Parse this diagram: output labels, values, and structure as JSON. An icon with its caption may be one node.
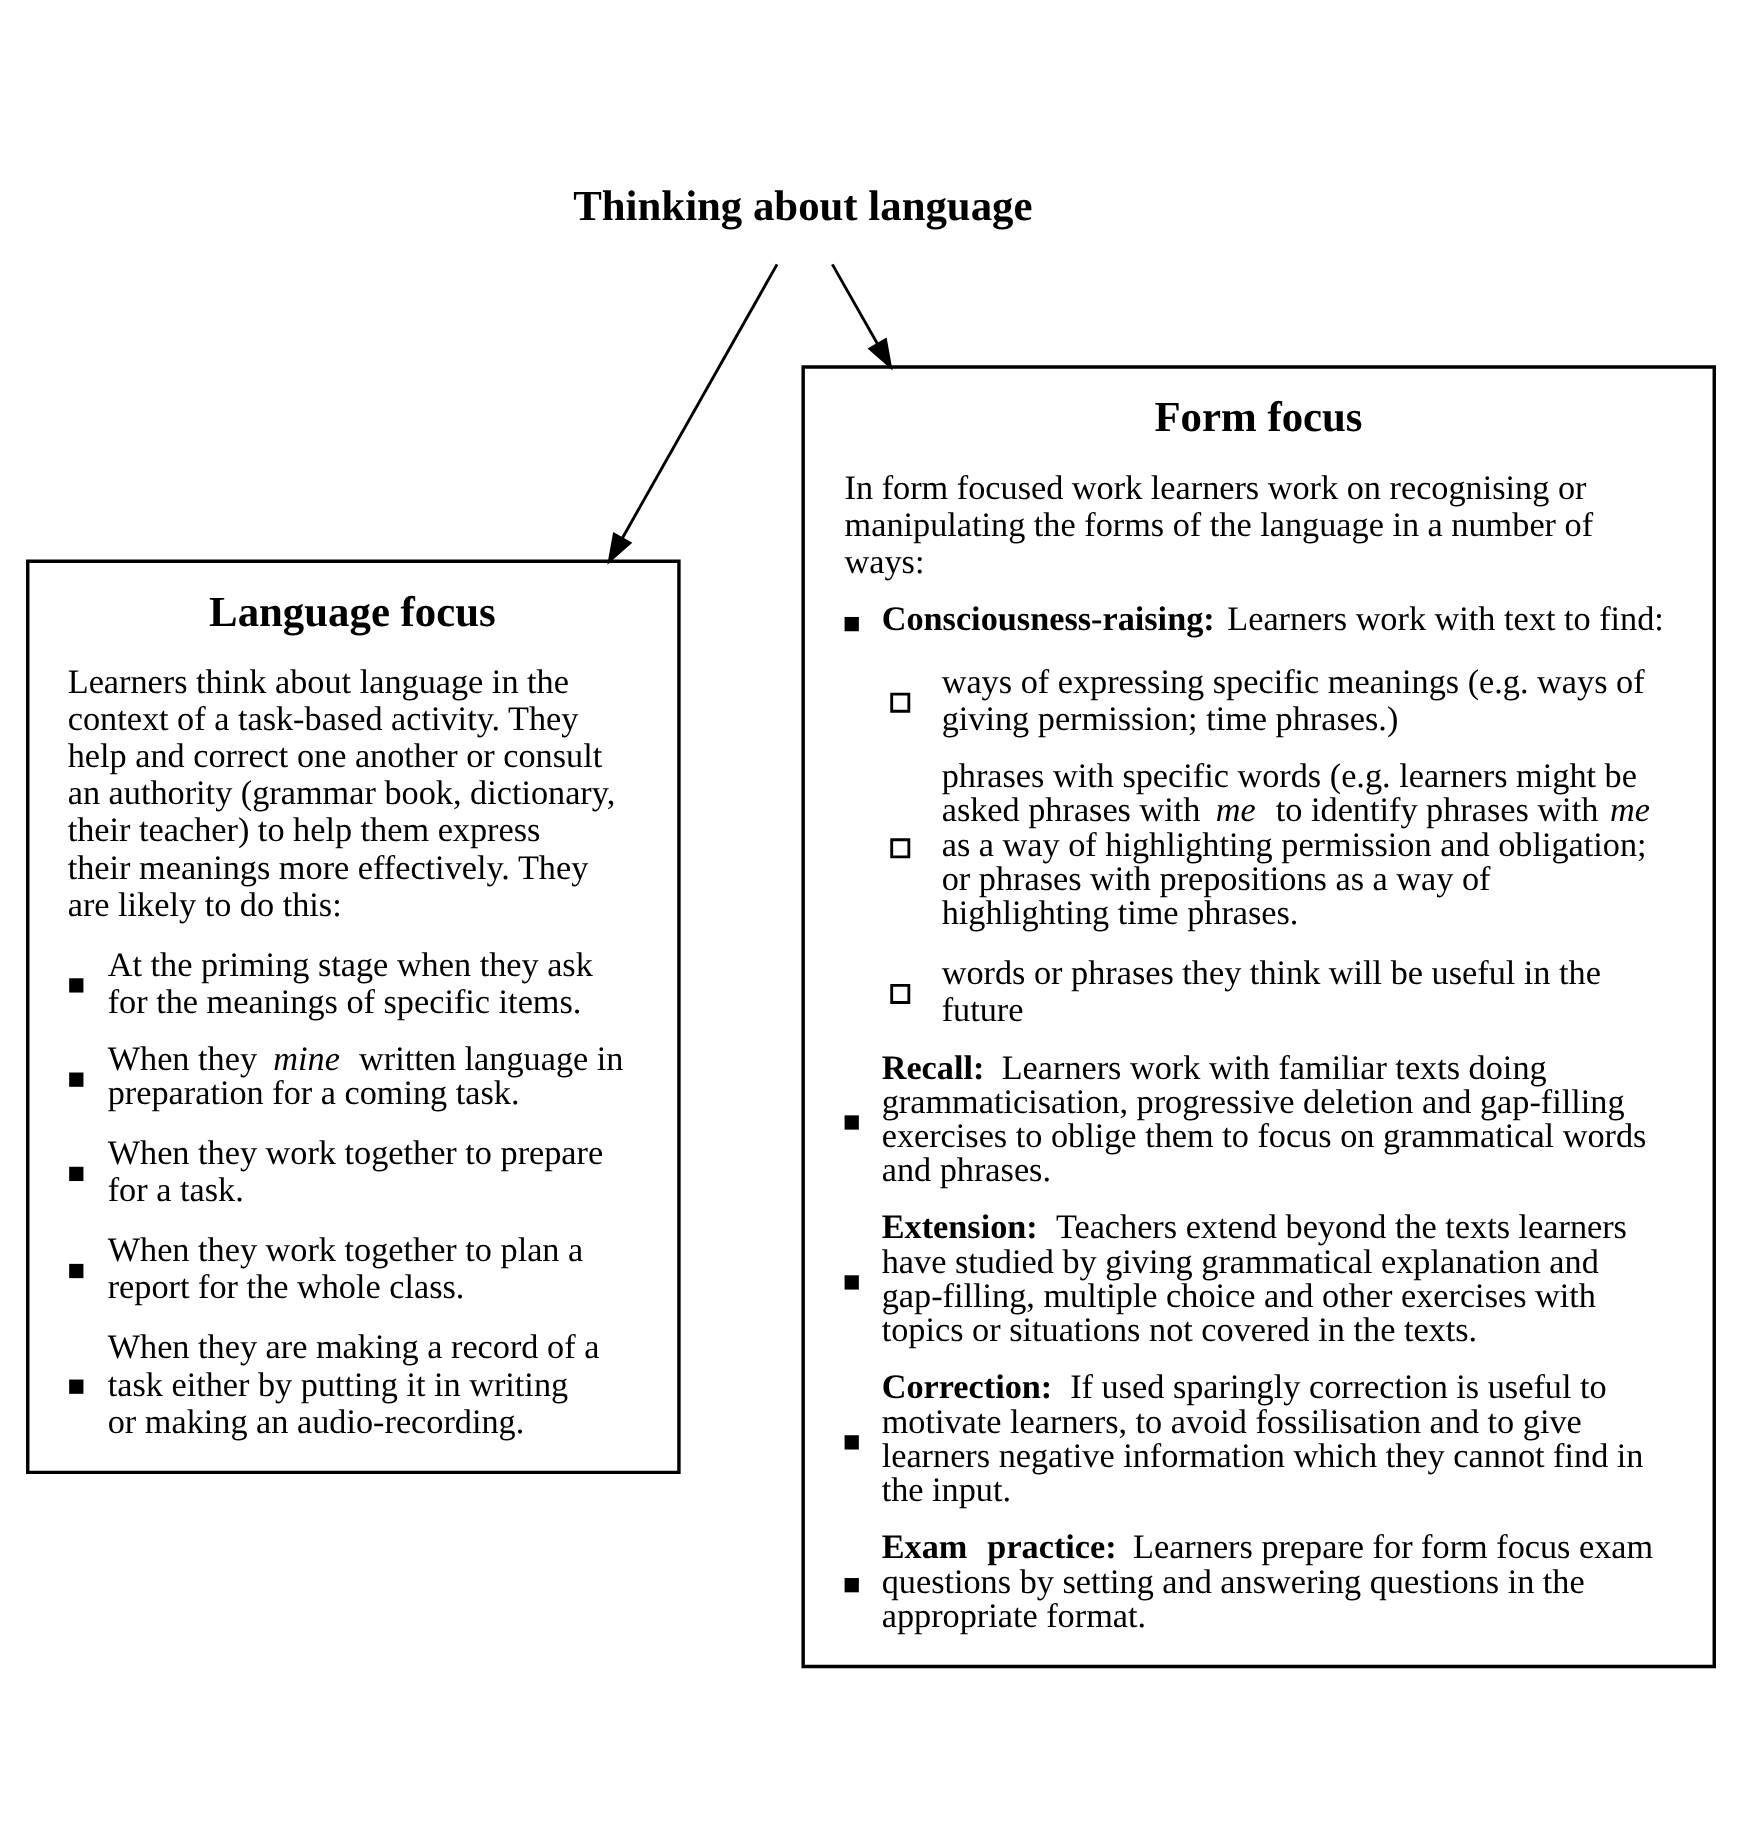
{
  "diagram": {
    "nodes": [
      {
        "text": [
          "Thinking about language"
        ]
      },
      {
        "text": [
          "Language focus",
          "Learners think about language in the context of a task-based activity. They help and correct one another or consult an authority (grammar book, dictionary, their teacher) to help them express their meanings more effectively. They are likely to do this:",
          "At the priming stage when they ask for the meanings of specific items.",
          "When they *mine* written language in preparation for a coming task.",
          "When they work together to prepare for a task.",
          "When they work together to plan a report for the whole class.",
          "When they are making a record of a task either by putting it in writing or making an audio-recording."
        ]
      },
      {
        "text": [
          "Form focus",
          "In form focused work learners work on recognising or manipulating the forms of the language in a number of ways:",
          "**Consciousness-raising:** Learners work with text to find:",
          "ways of expressing specific meanings (e.g. ways of giving permission; time phrases.)",
          "phrases with specific words (e.g. learners might be asked phrases with *me* to identify phrases with *me* as a way of highlighting permission and obligation; or phrases with prepositions as a way of highlighting time phrases.",
          "words or phrases they think will be useful in the future",
          "**Recall:** Learners work with familiar texts doing grammaticisation, progressive deletion and gap-filling exercises to oblige them to focus on grammatical words and phrases.",
          "**Extension:** Teachers extend beyond the texts learners have studied by giving grammatical explanation and gap-filling, multiple choice and other exercises with topics or situations not covered in the texts.",
          "**Correction:** If used sparingly correction is useful to motivate learners, to avoid fossilisation and to give learners negative information which they cannot find in the input.",
          "**Exam practice:** Learners prepare for form focus exam questions by setting and answering questions in the appropriate format."
        ]
      }
    ],
    "edges": [
      {
        "from": 0,
        "to": 1,
        "arrow": "to"
      },
      {
        "from": 0,
        "to": 2,
        "arrow": "to"
      }
    ]
  }
}
